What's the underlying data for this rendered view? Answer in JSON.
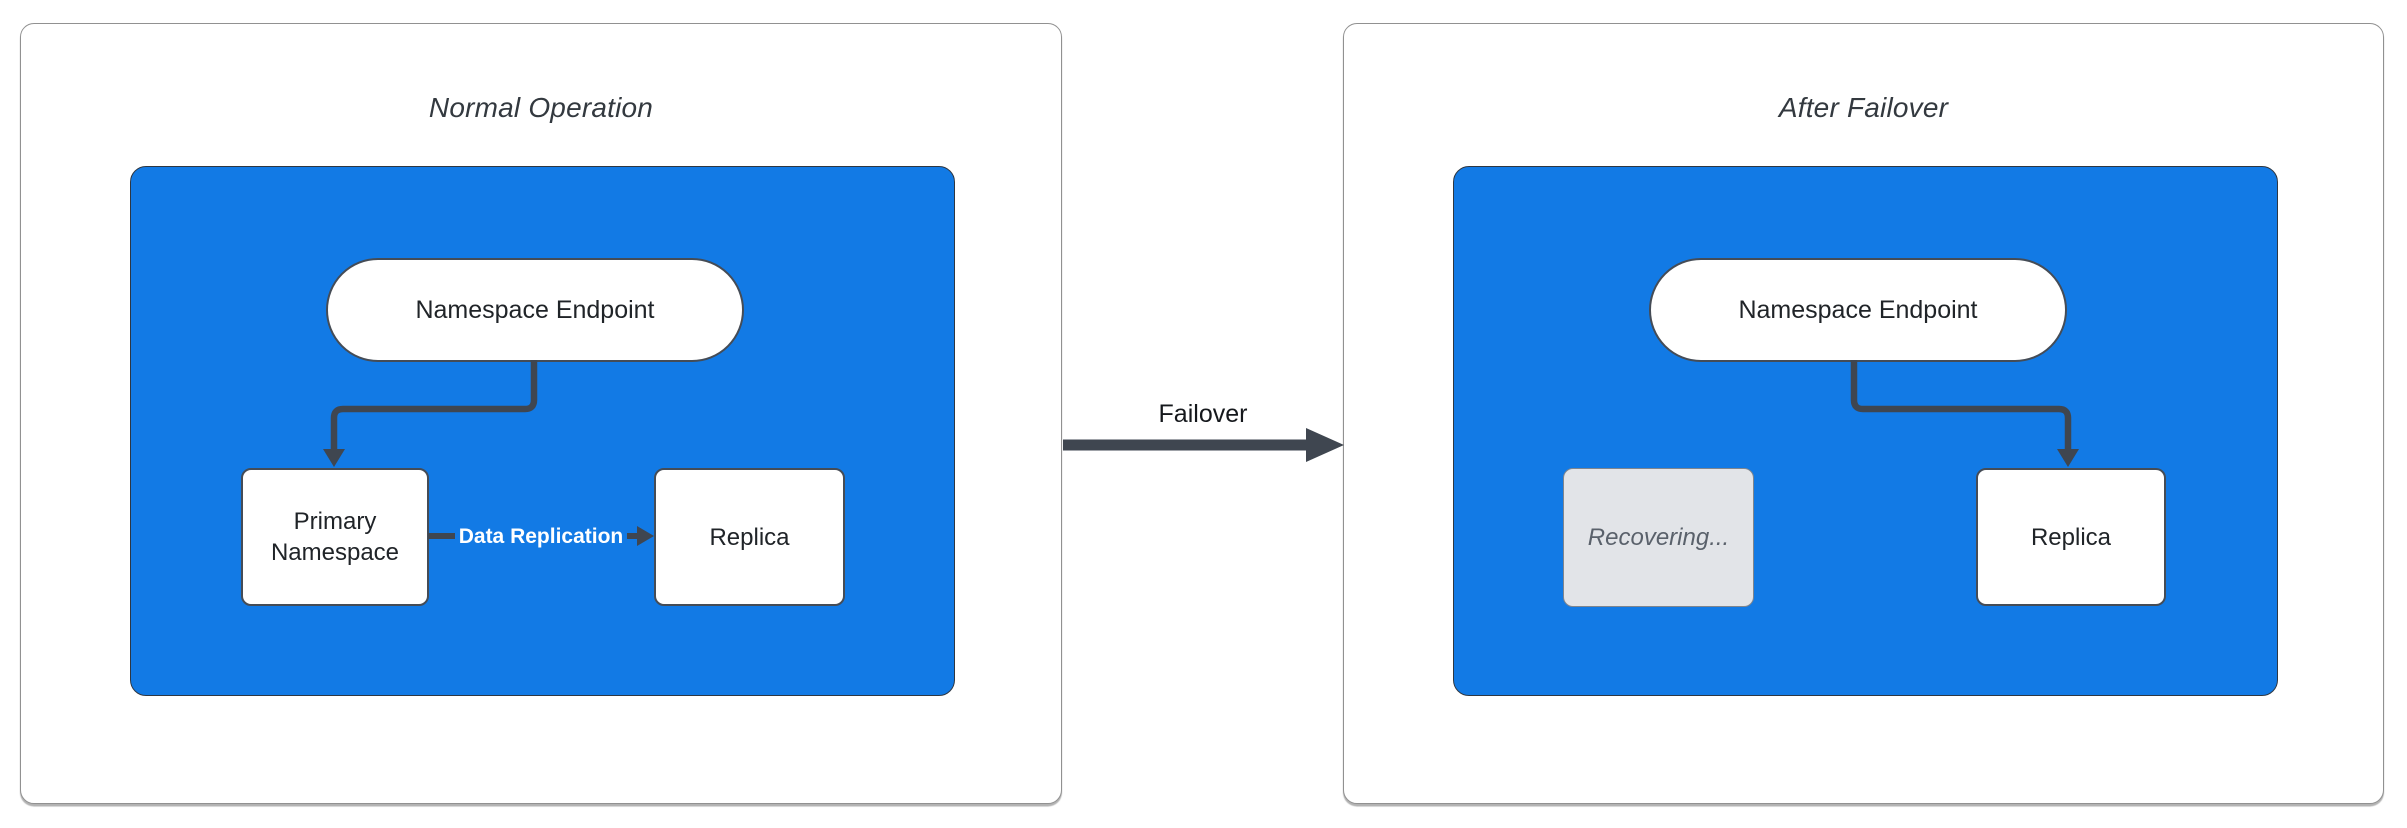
{
  "diagram": {
    "panels": [
      {
        "title": "Normal Operation",
        "nodes": {
          "endpoint": {
            "label": "Namespace Endpoint",
            "shape": "pill"
          },
          "primary": {
            "label": "Primary Namespace",
            "shape": "rect",
            "state": "active"
          },
          "replica": {
            "label": "Replica",
            "shape": "rect",
            "state": "active"
          }
        },
        "edges": [
          {
            "from": "endpoint",
            "to": "primary",
            "label": ""
          },
          {
            "from": "primary",
            "to": "replica",
            "label": "Data Replication"
          }
        ]
      },
      {
        "title": "After Failover",
        "nodes": {
          "endpoint": {
            "label": "Namespace Endpoint",
            "shape": "pill"
          },
          "recovering": {
            "label": "Recovering...",
            "shape": "rect",
            "state": "disabled"
          },
          "replica": {
            "label": "Replica",
            "shape": "rect",
            "state": "active"
          }
        },
        "edges": [
          {
            "from": "endpoint",
            "to": "replica",
            "label": ""
          }
        ]
      }
    ],
    "transition": {
      "label": "Failover"
    },
    "colors": {
      "container_blue": "#127AE5",
      "connector_stroke": "#3F4650",
      "node_border": "#454C56",
      "node_fill": "#FFFFFF",
      "disabled_fill": "#E2E4E8",
      "disabled_border": "#7E858E",
      "disabled_text": "#5A616B",
      "title_text": "#33393F",
      "panel_border": "#919191",
      "edge_label_text": "#FFFFFF"
    }
  }
}
